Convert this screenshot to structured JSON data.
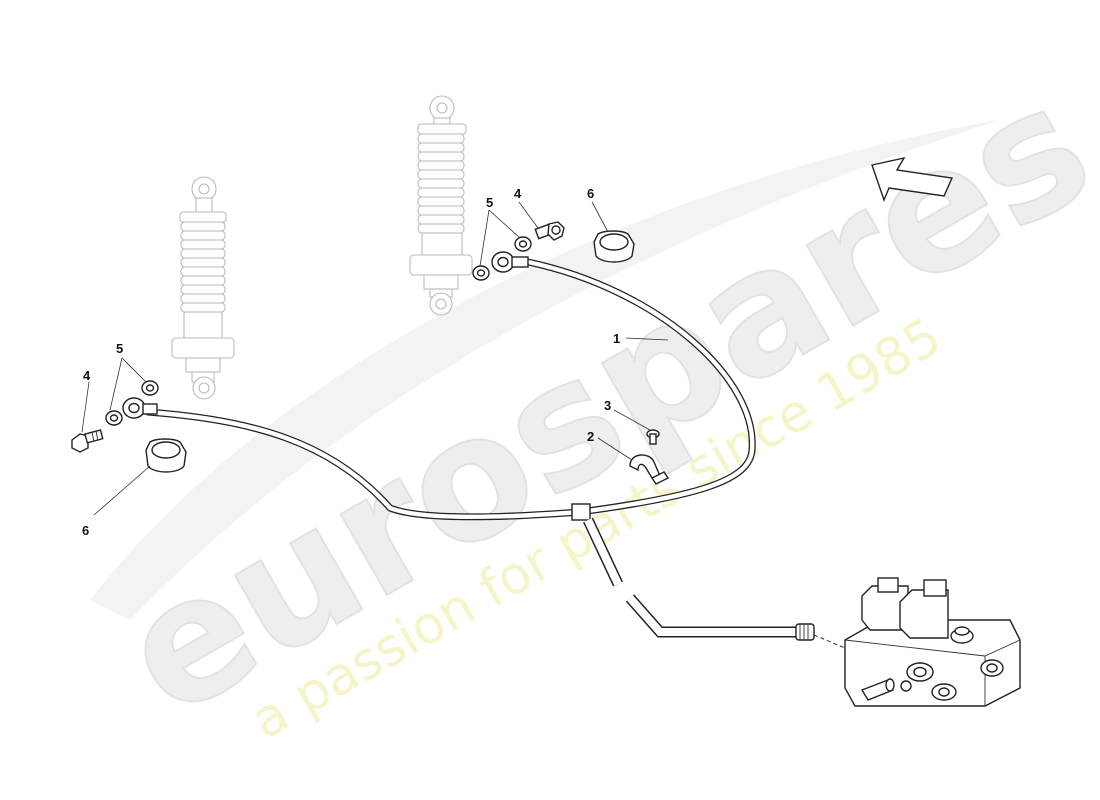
{
  "watermark": {
    "brand": "eurospares",
    "tagline": "a passion for parts since 1985"
  },
  "callouts": [
    {
      "id": "c1",
      "label": "1"
    },
    {
      "id": "c2",
      "label": "2"
    },
    {
      "id": "c3",
      "label": "3"
    },
    {
      "id": "c4-left",
      "label": "4"
    },
    {
      "id": "c4-right",
      "label": "4"
    },
    {
      "id": "c5-left",
      "label": "5"
    },
    {
      "id": "c5-right",
      "label": "5"
    },
    {
      "id": "c6-left",
      "label": "6"
    },
    {
      "id": "c6-right",
      "label": "6"
    }
  ]
}
